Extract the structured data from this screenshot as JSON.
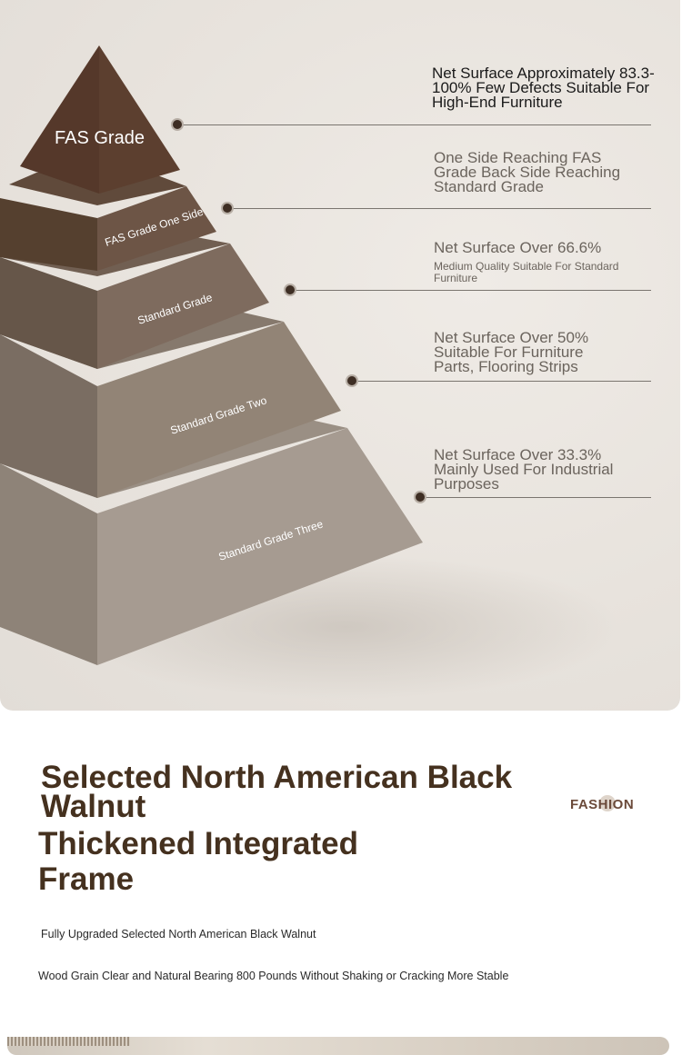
{
  "pyramid": {
    "tiers": [
      {
        "label": "FAS Grade",
        "color": "#5c3f2f"
      },
      {
        "label": "FAS Grade One Side",
        "color": "#6d5546"
      },
      {
        "label": "Standard Grade",
        "color": "#7e6b5e"
      },
      {
        "label": "Standard Grade Two",
        "color": "#928476"
      },
      {
        "label": "Standard Grade Three",
        "color": "#a69b91"
      }
    ]
  },
  "annotations": [
    {
      "main": "Net Surface Approximately 83.3-100% Few Defects Suitable For High-End Furniture"
    },
    {
      "main": "One Side Reaching FAS Grade Back Side Reaching Standard Grade"
    },
    {
      "main": "Net Surface Over 66.6%",
      "sub": "Medium Quality Suitable For Standard Furniture"
    },
    {
      "main": "Net Surface Over 50% Suitable For Furniture Parts, Flooring Strips"
    },
    {
      "main": "Net Surface Over 33.3% Mainly Used For Industrial Purposes"
    }
  ],
  "headline": {
    "walnut": "Selected North American Black Walnut",
    "frame": "Thickened Integrated Frame"
  },
  "badge": "FASHION",
  "descriptions": [
    "Fully Upgraded Selected North American Black Walnut",
    "Wood Grain Clear and Natural Bearing 800 Pounds Without Shaking or Cracking More Stable"
  ],
  "colors": {
    "title": "#45311f",
    "accent": "#3e2e24"
  }
}
